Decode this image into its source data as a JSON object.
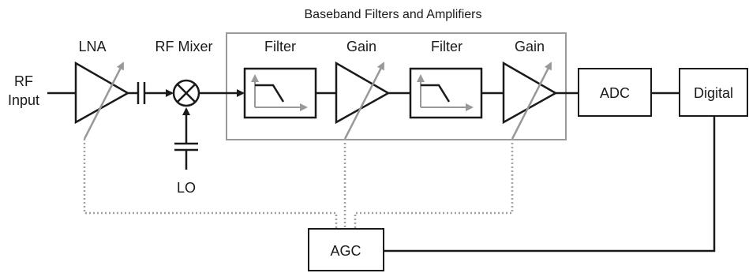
{
  "group": {
    "title": "Baseband Filters and Amplifiers"
  },
  "input": {
    "line1": "RF",
    "line2": "Input"
  },
  "blocks": {
    "lna": "LNA",
    "mixer": "RF Mixer",
    "filter1": "Filter",
    "gain1": "Gain",
    "filter2": "Filter",
    "gain2": "Gain",
    "adc": "ADC",
    "digital": "Digital",
    "agc": "AGC",
    "lo": "LO"
  },
  "colors": {
    "line": "#1a1a1a",
    "group_border": "#999999",
    "control_arrow": "#999999",
    "control_dotted": "#a0a0a0"
  }
}
